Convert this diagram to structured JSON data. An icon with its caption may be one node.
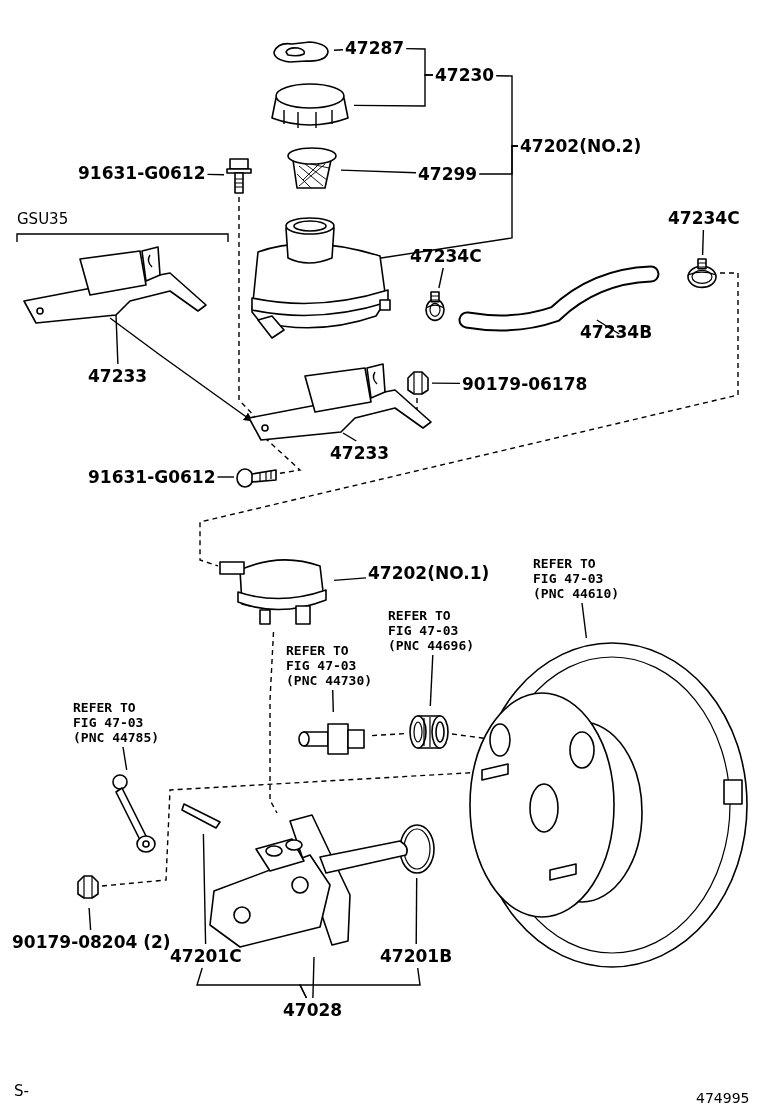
{
  "diagram": {
    "nodes": [
      {
        "text": [
          "47287"
        ]
      },
      {
        "text": [],
        "shape": "picture"
      },
      {
        "text": [
          "47230"
        ]
      },
      {
        "text": [],
        "shape": "picture"
      },
      {
        "text": [
          "47202(NO.2)"
        ]
      },
      {
        "text": [
          "91631-G0612"
        ]
      },
      {
        "text": [],
        "shape": "picture"
      },
      {
        "text": [
          "47299"
        ]
      },
      {
        "text": [],
        "shape": "picture"
      },
      {
        "text": [
          "47234C"
        ]
      },
      {
        "text": [
          "47234C"
        ]
      },
      {
        "text": [],
        "shape": "picture"
      },
      {
        "text": [],
        "shape": "picture"
      },
      {
        "text": [],
        "shape": "picture"
      },
      {
        "text": [],
        "shape": "picture"
      },
      {
        "text": [
          "47234B"
        ]
      },
      {
        "text": [],
        "shape": "picture"
      },
      {
        "text": [
          "47233"
        ]
      },
      {
        "text": [],
        "shape": "picture"
      },
      {
        "text": [],
        "shape": "picture"
      },
      {
        "text": [
          "90179-06178"
        ]
      },
      {
        "text": [
          "47233"
        ]
      },
      {
        "text": [
          "91631-G0612"
        ]
      },
      {
        "text": [],
        "shape": "picture"
      },
      {
        "text": [],
        "shape": "picture"
      },
      {
        "text": [
          "47202(NO.1)"
        ]
      },
      {
        "text": [
          "REFER TO FIG 47-03 (PNC 44610)"
        ]
      },
      {
        "text": [],
        "shape": "picture"
      },
      {
        "text": [
          "REFER TO FIG 47-03 (PNC 44696)"
        ]
      },
      {
        "text": [],
        "shape": "picture"
      },
      {
        "text": [
          "REFER TO FIG 47-03 (PNC 44730)"
        ]
      },
      {
        "text": [],
        "shape": "picture"
      },
      {
        "text": [
          "REFER TO FIG 47-03 (PNC 44785)"
        ]
      },
      {
        "text": [],
        "shape": "picture"
      },
      {
        "text": [],
        "shape": "picture"
      },
      {
        "text": [],
        "shape": "picture"
      },
      {
        "text": [],
        "shape": "picture"
      },
      {
        "text": [],
        "shape": "picture"
      },
      {
        "text": [
          "90179-08204 (2)"
        ]
      },
      {
        "text": [
          "47201C"
        ]
      },
      {
        "text": [
          "47201B"
        ]
      },
      {
        "text": [
          "47028"
        ]
      }
    ],
    "edges": [
      {
        "from": 0,
        "to": 1,
        "arrow": "none"
      },
      {
        "from": 2,
        "to": 0,
        "arrow": "none"
      },
      {
        "from": 2,
        "to": 3,
        "arrow": "none"
      },
      {
        "from": 4,
        "to": 2,
        "arrow": "none"
      },
      {
        "from": 4,
        "to": 7,
        "arrow": "none"
      },
      {
        "from": 4,
        "to": 11,
        "arrow": "none"
      },
      {
        "from": 5,
        "to": 6,
        "arrow": "none"
      },
      {
        "from": 7,
        "to": 8,
        "arrow": "none"
      },
      {
        "from": 9,
        "to": 13,
        "arrow": "none"
      },
      {
        "from": 10,
        "to": 12,
        "arrow": "none"
      },
      {
        "from": 15,
        "to": 14,
        "arrow": "none"
      },
      {
        "from": 17,
        "to": 16,
        "arrow": "none"
      },
      {
        "from": 16,
        "to": 18,
        "arrow": "to"
      },
      {
        "from": 20,
        "to": 19,
        "arrow": "none"
      },
      {
        "from": 21,
        "to": 18,
        "arrow": "none"
      },
      {
        "from": 22,
        "to": 23,
        "arrow": "none"
      },
      {
        "from": 6,
        "to": 18,
        "arrow": "none",
        "style": "dashed"
      },
      {
        "from": 23,
        "to": 18,
        "arrow": "none",
        "style": "dashed"
      },
      {
        "from": 19,
        "to": 18,
        "arrow": "none",
        "style": "dashed"
      },
      {
        "from": 13,
        "to": 24,
        "arrow": "none",
        "style": "dashed"
      },
      {
        "from": 25,
        "to": 24,
        "arrow": "none"
      },
      {
        "from": 24,
        "to": 36,
        "arrow": "none",
        "style": "dashed"
      },
      {
        "from": 26,
        "to": 27,
        "arrow": "none"
      },
      {
        "from": 28,
        "to": 29,
        "arrow": "none"
      },
      {
        "from": 30,
        "to": 31,
        "arrow": "none"
      },
      {
        "from": 31,
        "to": 29,
        "arrow": "none",
        "style": "dashed"
      },
      {
        "from": 29,
        "to": 27,
        "arrow": "none",
        "style": "dashed"
      },
      {
        "from": 32,
        "to": 33,
        "arrow": "none"
      },
      {
        "from": 37,
        "to": 27,
        "arrow": "none",
        "style": "dashed"
      },
      {
        "from": 38,
        "to": 37,
        "arrow": "none"
      },
      {
        "from": 39,
        "to": 34,
        "arrow": "none"
      },
      {
        "from": 40,
        "to": 35,
        "arrow": "none"
      },
      {
        "from": 41,
        "to": 39,
        "arrow": "none"
      },
      {
        "from": 41,
        "to": 40,
        "arrow": "none"
      },
      {
        "from": 41,
        "to": 36,
        "arrow": "none"
      }
    ],
    "labels": [
      "GSU35",
      "S-",
      "474995"
    ]
  }
}
